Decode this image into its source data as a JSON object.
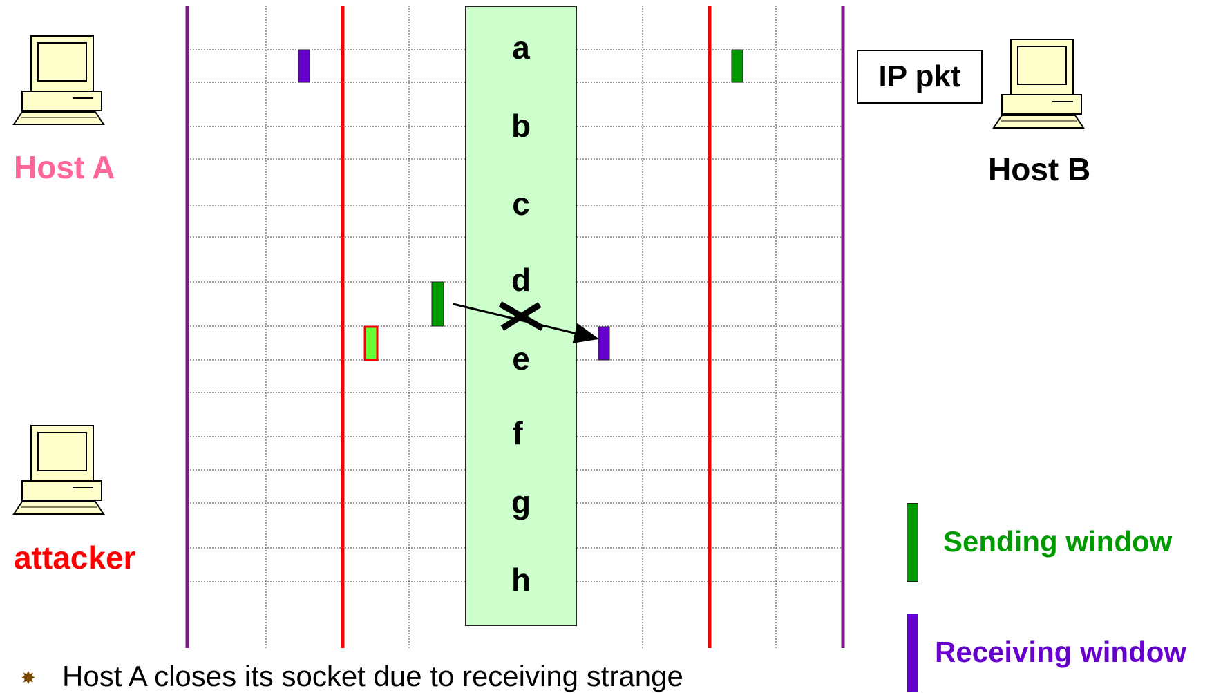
{
  "hosts": {
    "host_a": "Host A",
    "host_b": "Host B",
    "attacker": "attacker"
  },
  "frames": [
    "a",
    "b",
    "c",
    "d",
    "e",
    "f",
    "g",
    "h"
  ],
  "ip_packet_label": "IP pkt",
  "legend": {
    "sending": "Sending window",
    "receiving": "Receiving window"
  },
  "bullet": "Host A closes its socket due to receiving strange",
  "colors": {
    "host_a": "#ff6699",
    "attacker": "#ff0000",
    "sending": "#009900",
    "receiving": "#6600cc",
    "purple_line": "#7b1a86",
    "red_line": "#ff0000",
    "frame_band": "#ccffcc"
  }
}
